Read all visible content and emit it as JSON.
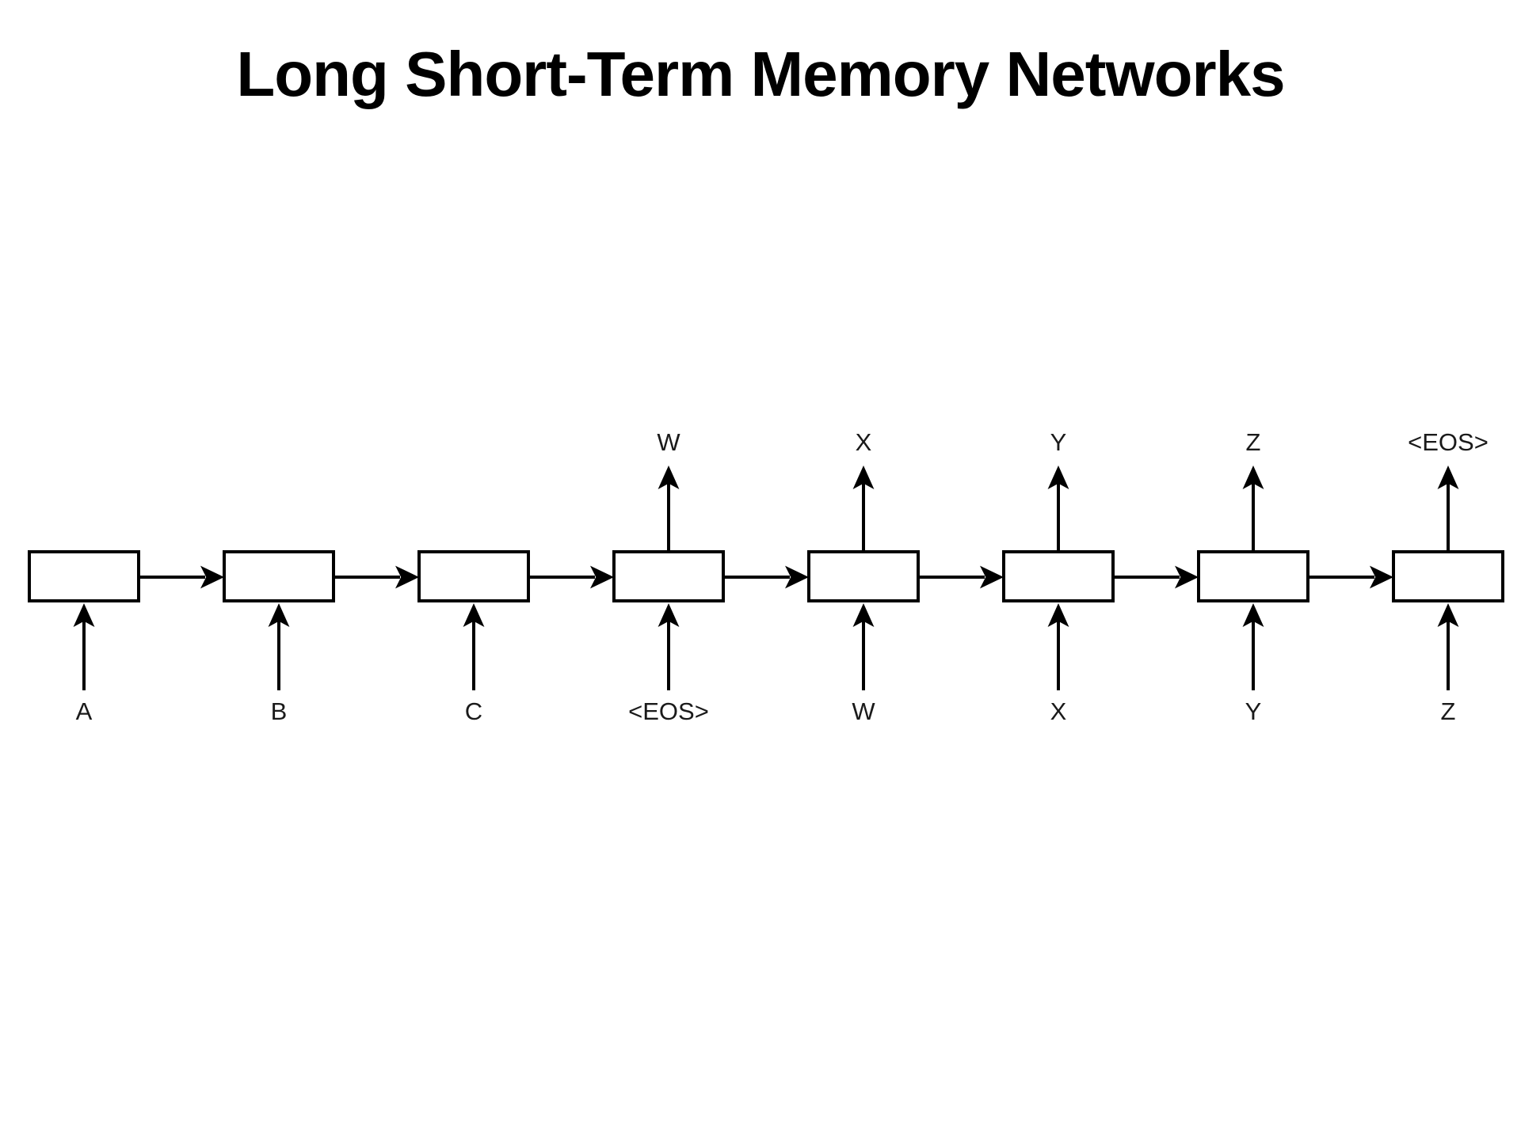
{
  "page": {
    "background_color": "#ffffff",
    "line_color": "#000000",
    "text_color": "#1a1a1a"
  },
  "title": {
    "text": "Long Short-Term Memory Networks"
  },
  "diagram": {
    "type": "lstm-sequence-to-sequence-chain",
    "cell_count": 8,
    "cells": [
      {
        "input": "A",
        "output": null
      },
      {
        "input": "B",
        "output": null
      },
      {
        "input": "C",
        "output": null
      },
      {
        "input": "<EOS>",
        "output": "W"
      },
      {
        "input": "W",
        "output": "X"
      },
      {
        "input": "X",
        "output": "Y"
      },
      {
        "input": "Y",
        "output": "Z"
      },
      {
        "input": "Z",
        "output": "<EOS>"
      }
    ]
  }
}
